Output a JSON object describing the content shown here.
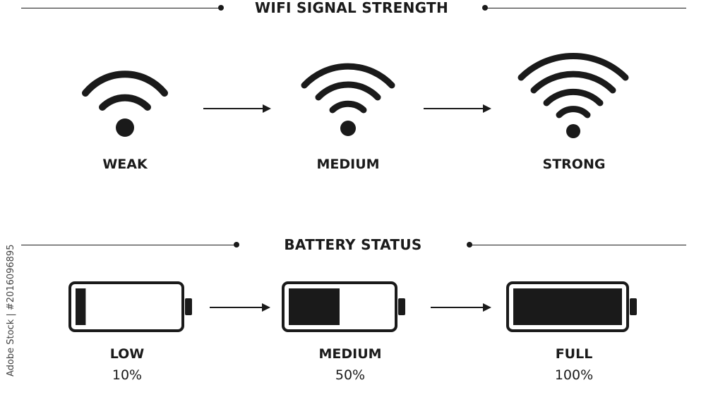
{
  "wifi_section": {
    "title": "WIFI SIGNAL STRENGTH",
    "levels": [
      {
        "label": "WEAK",
        "bars": 2
      },
      {
        "label": "MEDIUM",
        "bars": 3
      },
      {
        "label": "STRONG",
        "bars": 4
      }
    ]
  },
  "battery_section": {
    "title": "BATTERY STATUS",
    "levels": [
      {
        "label": "LOW",
        "percent_text": "10%",
        "fill": 0.1
      },
      {
        "label": "MEDIUM",
        "percent_text": "50%",
        "fill": 0.5
      },
      {
        "label": "FULL",
        "percent_text": "100%",
        "fill": 1.0
      }
    ]
  },
  "watermark": {
    "side_text": "Adobe Stock | #2016096895"
  },
  "colors": {
    "ink": "#1a1a1a",
    "background": "#ffffff"
  },
  "icons": [
    "wifi-icon",
    "battery-icon",
    "arrow-right-icon"
  ]
}
